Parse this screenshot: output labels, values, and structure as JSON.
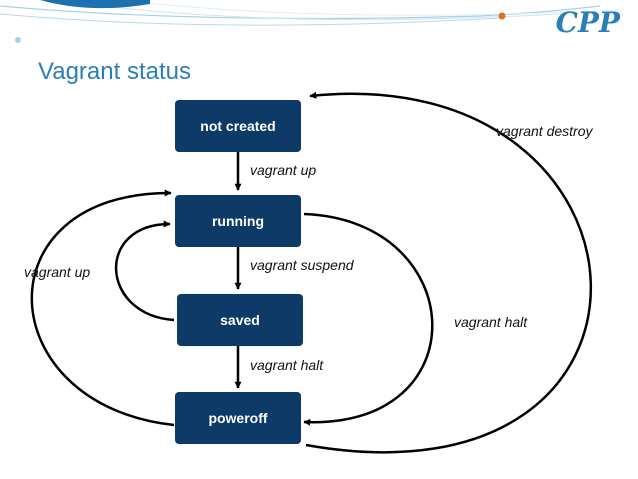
{
  "slide": {
    "title": "Vagrant status",
    "logo": "CPP"
  },
  "states": {
    "not_created": "not created",
    "running": "running",
    "saved": "saved",
    "poweroff": "poweroff"
  },
  "transitions": {
    "up": "vagrant up",
    "suspend": "vagrant suspend",
    "halt_saved": "vagrant halt",
    "resume_up": "vagrant up",
    "halt_running": "vagrant halt",
    "destroy": "vagrant destroy"
  },
  "colors": {
    "accent": "#2a7fb8",
    "state_box": "#0d3a66",
    "orange_dot": "#e07020"
  }
}
